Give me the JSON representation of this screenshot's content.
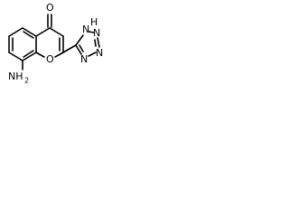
{
  "molecule": {
    "atoms": {
      "ketone_oxygen": "O",
      "ring_oxygen": "O",
      "amine": "NH",
      "amine_subscript": "2",
      "tetrazole_n1": "N",
      "tetrazole_n2": "N",
      "tetrazole_n3": "N",
      "tetrazole_nh": "N",
      "tetrazole_h": "H"
    }
  }
}
